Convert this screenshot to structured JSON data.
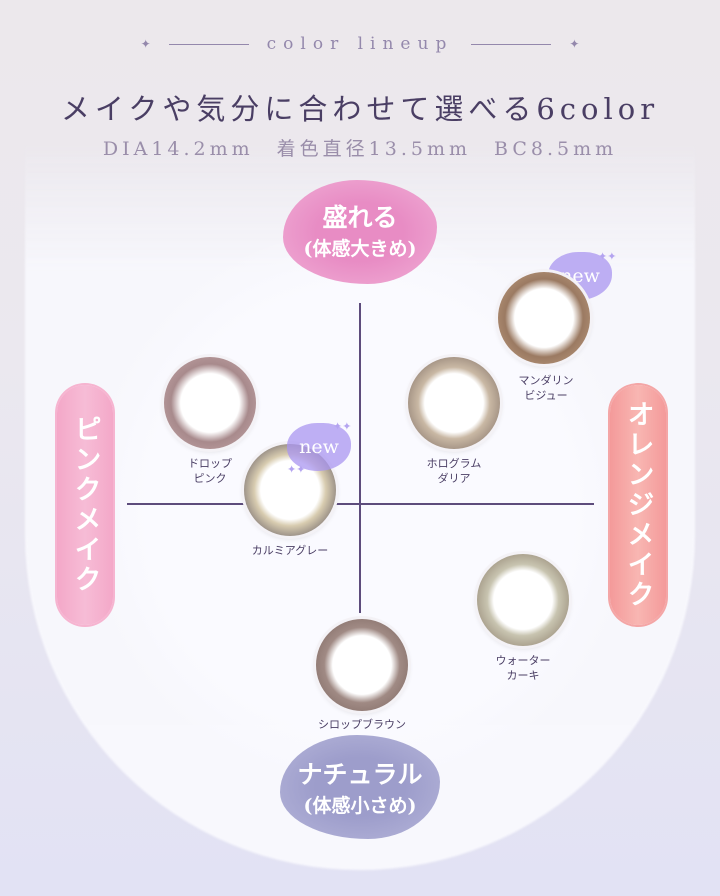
{
  "header": {
    "subtitle": "color lineup",
    "title": "メイクや気分に合わせて選べる6color",
    "specs": "DIA14.2mm　着色直径13.5mm　BC8.5mm"
  },
  "axes": {
    "top": {
      "line1": "盛れる",
      "line2": "(体感大きめ)"
    },
    "bottom": {
      "line1": "ナチュラル",
      "line2": "(体感小さめ)"
    },
    "left": "ピンクメイク",
    "right": "オレンジメイク"
  },
  "badge": "new",
  "colors": {
    "axis": "#5d4c7c",
    "pink": "#eb9ccb",
    "lavender": "#a9a9d2"
  },
  "lenses": [
    {
      "name1": "ドロップ",
      "name2": "ピンク",
      "color": "#a88a8c"
    },
    {
      "name1": "カルミアグレー",
      "name2": "",
      "color": "#8f857f"
    },
    {
      "name1": "ホログラム",
      "name2": "ダリア",
      "color": "#9f8e80"
    },
    {
      "name1": "マンダリン",
      "name2": "ビジュー",
      "color": "#9b7a62"
    },
    {
      "name1": "ウォーター",
      "name2": "カーキ",
      "color": "#a59b88"
    },
    {
      "name1": "シロップブラウン",
      "name2": "",
      "color": "#8c7670"
    }
  ]
}
